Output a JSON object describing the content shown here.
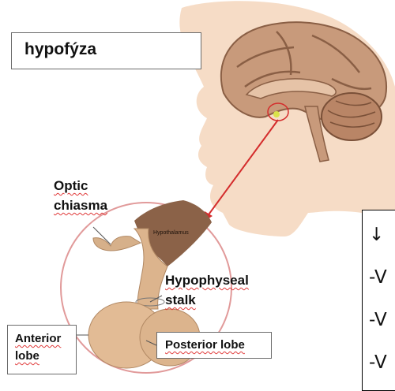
{
  "title": "hypofýza",
  "labels": {
    "optic_line1": "Optic",
    "optic_line2": "chiasma",
    "hypothalamus": "Hypothalamus",
    "stalk_line1": "Hypophyseal",
    "stalk_line2": "stalk",
    "anterior_line1": "Anterior",
    "anterior_line2": "lobe",
    "posterior": "Posterior lobe"
  },
  "side_panel": {
    "items": [
      "↓",
      "-V",
      "-V",
      "-V"
    ]
  },
  "colors": {
    "skin": "#f6dcc6",
    "brain": "#c89a7b",
    "pituitary": "#dcb48d",
    "hypothalamus": "#8b6248",
    "pointer_arrow": "#d42c2c",
    "circle": "#e19a9a"
  }
}
